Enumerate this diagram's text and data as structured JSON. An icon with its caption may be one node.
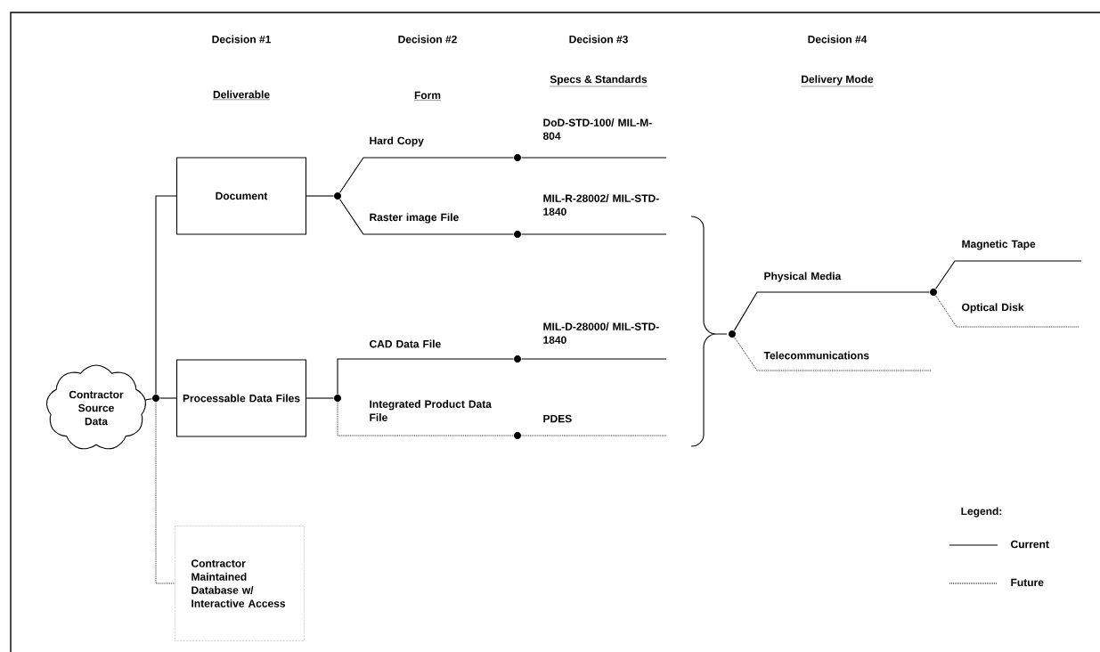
{
  "diagram": {
    "nodes": [
      {
        "text": [
          "Contractor Source Data"
        ]
      },
      {
        "text": [],
        "shape": "circle"
      },
      {
        "text": [
          "Document"
        ]
      },
      {
        "text": [
          "Processable Data Files"
        ]
      },
      {
        "text": [
          "Contractor Maintained Database w/ Interactive Access"
        ]
      },
      {
        "text": [],
        "shape": "circle"
      },
      {
        "text": [],
        "shape": "circle"
      },
      {
        "text": [],
        "shape": "circle"
      },
      {
        "text": [],
        "shape": "circle"
      },
      {
        "text": [],
        "shape": "circle"
      },
      {
        "text": [],
        "shape": "circle"
      },
      {
        "text": [],
        "shape": "circle"
      },
      {
        "text": [],
        "shape": "circle"
      }
    ],
    "edges": [
      {
        "from": 0,
        "to": 1,
        "arrow": "none"
      },
      {
        "from": 1,
        "to": 2,
        "arrow": "none"
      },
      {
        "from": 1,
        "to": 3,
        "arrow": "none"
      },
      {
        "from": 1,
        "to": 4,
        "arrow": "none",
        "style": "dashed"
      },
      {
        "from": 2,
        "to": 5,
        "arrow": "none"
      },
      {
        "from": 5,
        "to": 7,
        "arrow": "none",
        "label": "Hard Copy"
      },
      {
        "from": 5,
        "to": 8,
        "arrow": "none",
        "label": "Raster image File"
      },
      {
        "from": 3,
        "to": 6,
        "arrow": "none"
      },
      {
        "from": 6,
        "to": 9,
        "arrow": "none",
        "label": "CAD Data File"
      },
      {
        "from": 6,
        "to": 10,
        "arrow": "none",
        "label": "Integrated Product Data File",
        "style": "dashed"
      },
      {
        "from": 7,
        "to": null,
        "arrow": "none",
        "label": "DoD-STD-100/ MIL-M-804"
      },
      {
        "from": 8,
        "to": null,
        "arrow": "none",
        "label": "MIL-R-28002/ MIL-STD-1840"
      },
      {
        "from": 9,
        "to": null,
        "arrow": "none",
        "label": "MIL-D-28000/ MIL-STD-1840"
      },
      {
        "from": 10,
        "to": null,
        "arrow": "none",
        "label": "PDES",
        "style": "dashed"
      },
      {
        "from": 11,
        "to": 12,
        "arrow": "none",
        "label": "Physical Media"
      },
      {
        "from": 11,
        "to": null,
        "arrow": "none",
        "label": "Telecommunications",
        "style": "dashed"
      },
      {
        "from": 12,
        "to": null,
        "arrow": "none",
        "label": "Magnetic Tape"
      },
      {
        "from": 12,
        "to": null,
        "arrow": "none",
        "label": "Optical Disk",
        "style": "dashed"
      }
    ],
    "labels": [
      "Decision #1",
      "Decision #2",
      "Decision #3",
      "Decision #4",
      "Deliverable",
      "Form",
      "Specs & Standards",
      "Delivery Mode",
      "Legend:"
    ],
    "legend": [
      {
        "text": "Current"
      },
      {
        "text": "Future"
      }
    ]
  }
}
